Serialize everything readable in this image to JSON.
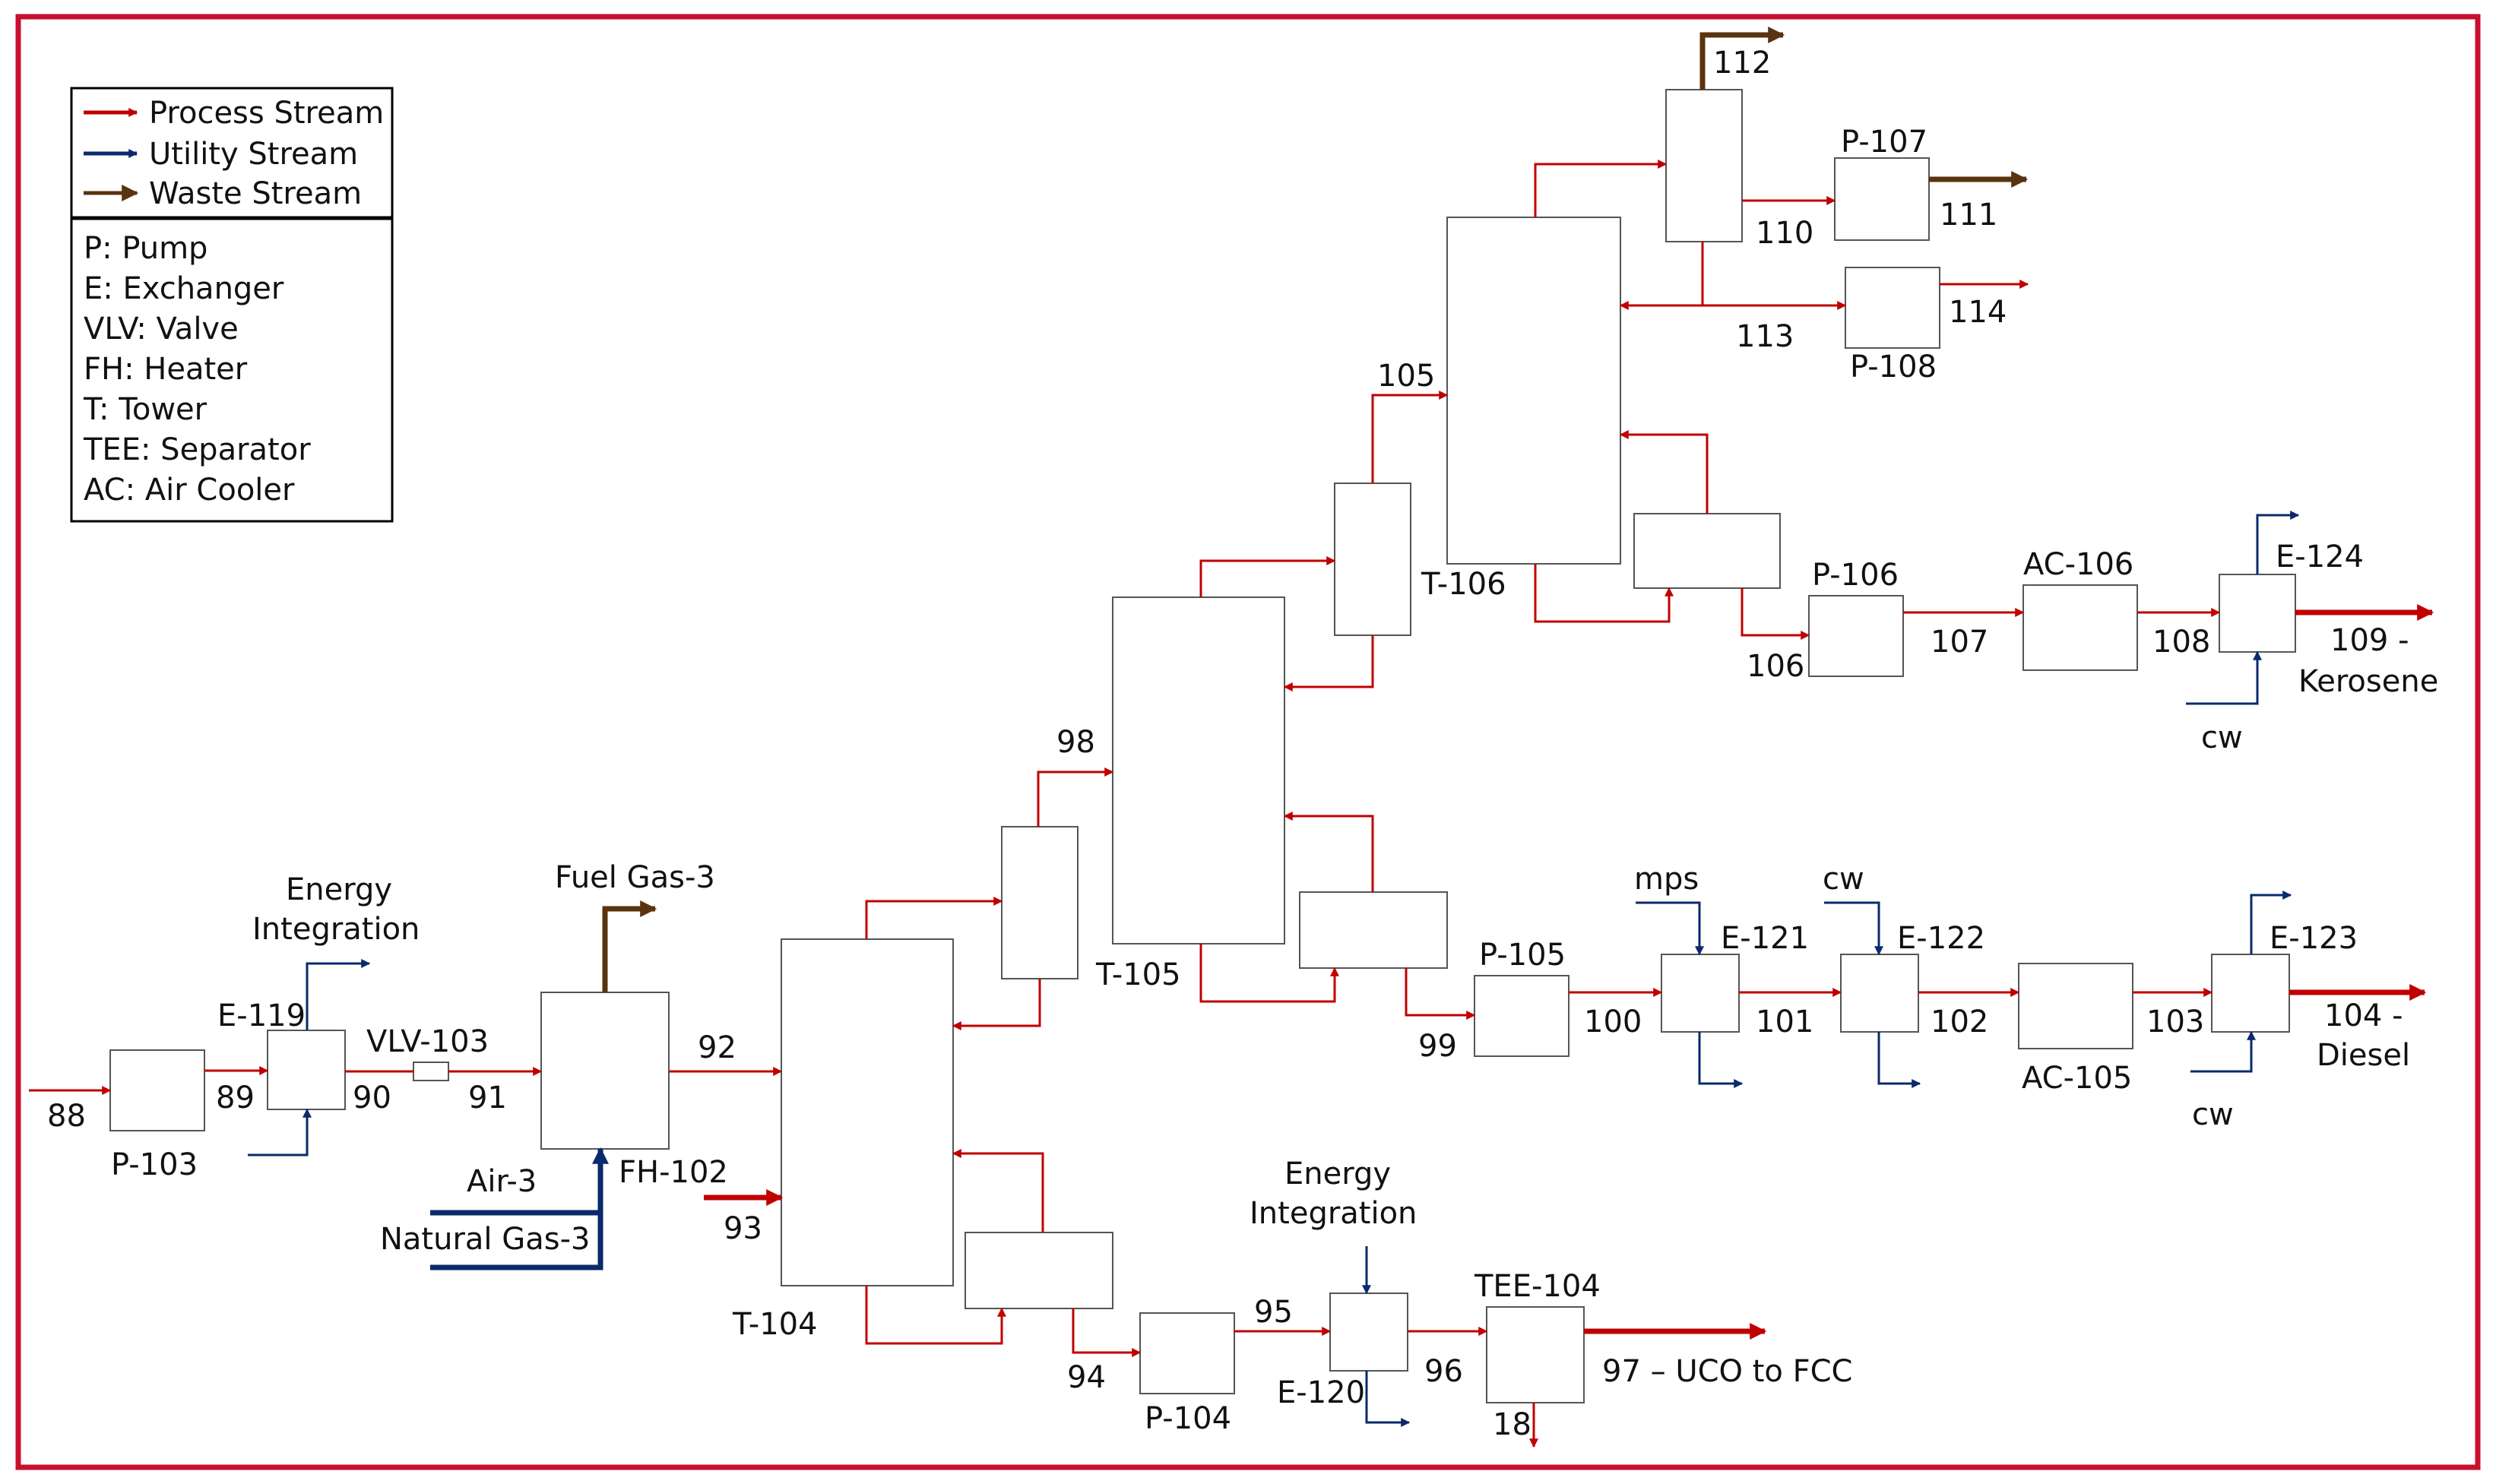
{
  "legend": {
    "streams": [
      {
        "label": "Process Stream",
        "color": "#c00000"
      },
      {
        "label": "Utility Stream",
        "color": "#0a2a6b"
      },
      {
        "label": "Waste Stream",
        "color": "#5a3310"
      }
    ],
    "abbreviations": [
      "P: Pump",
      "E: Exchanger",
      "VLV: Valve",
      "FH: Heater",
      "T: Tower",
      "TEE: Separator",
      "AC: Air Cooler"
    ]
  },
  "equipment": {
    "p103": "P-103",
    "e119": "E-119",
    "vlv103": "VLV-103",
    "fh102": "FH-102",
    "t104": "T-104",
    "t105": "T-105",
    "t106": "T-106",
    "p104": "P-104",
    "p105": "P-105",
    "p106": "P-106",
    "p107": "P-107",
    "p108": "P-108",
    "e120": "E-120",
    "e121": "E-121",
    "e122": "E-122",
    "e123": "E-123",
    "e124": "E-124",
    "tee104": "TEE-104",
    "ac105": "AC-105",
    "ac106": "AC-106"
  },
  "streams": {
    "s88": "88",
    "s89": "89",
    "s90": "90",
    "s91": "91",
    "s92": "92",
    "s93": "93",
    "s94": "94",
    "s95": "95",
    "s96": "96",
    "s97": "97 – UCO to FCC",
    "s18": "18",
    "s98": "98",
    "s99": "99",
    "s100": "100",
    "s101": "101",
    "s102": "102",
    "s103": "103",
    "s104a": "104 -",
    "s104b": "Diesel",
    "s105": "105",
    "s106": "106",
    "s107": "107",
    "s108": "108",
    "s109a": "109 -",
    "s109b": "Kerosene",
    "s110": "110",
    "s111": "111",
    "s112": "112",
    "s113": "113",
    "s114": "114"
  },
  "utilities": {
    "energy1a": "Energy",
    "energy1b": "Integration",
    "energy2a": "Energy",
    "energy2b": "Integration",
    "fuelgas": "Fuel Gas-3",
    "air": "Air-3",
    "natgas": "Natural Gas-3",
    "mps": "mps",
    "cw1": "cw",
    "cw2": "cw",
    "cw3": "cw"
  }
}
